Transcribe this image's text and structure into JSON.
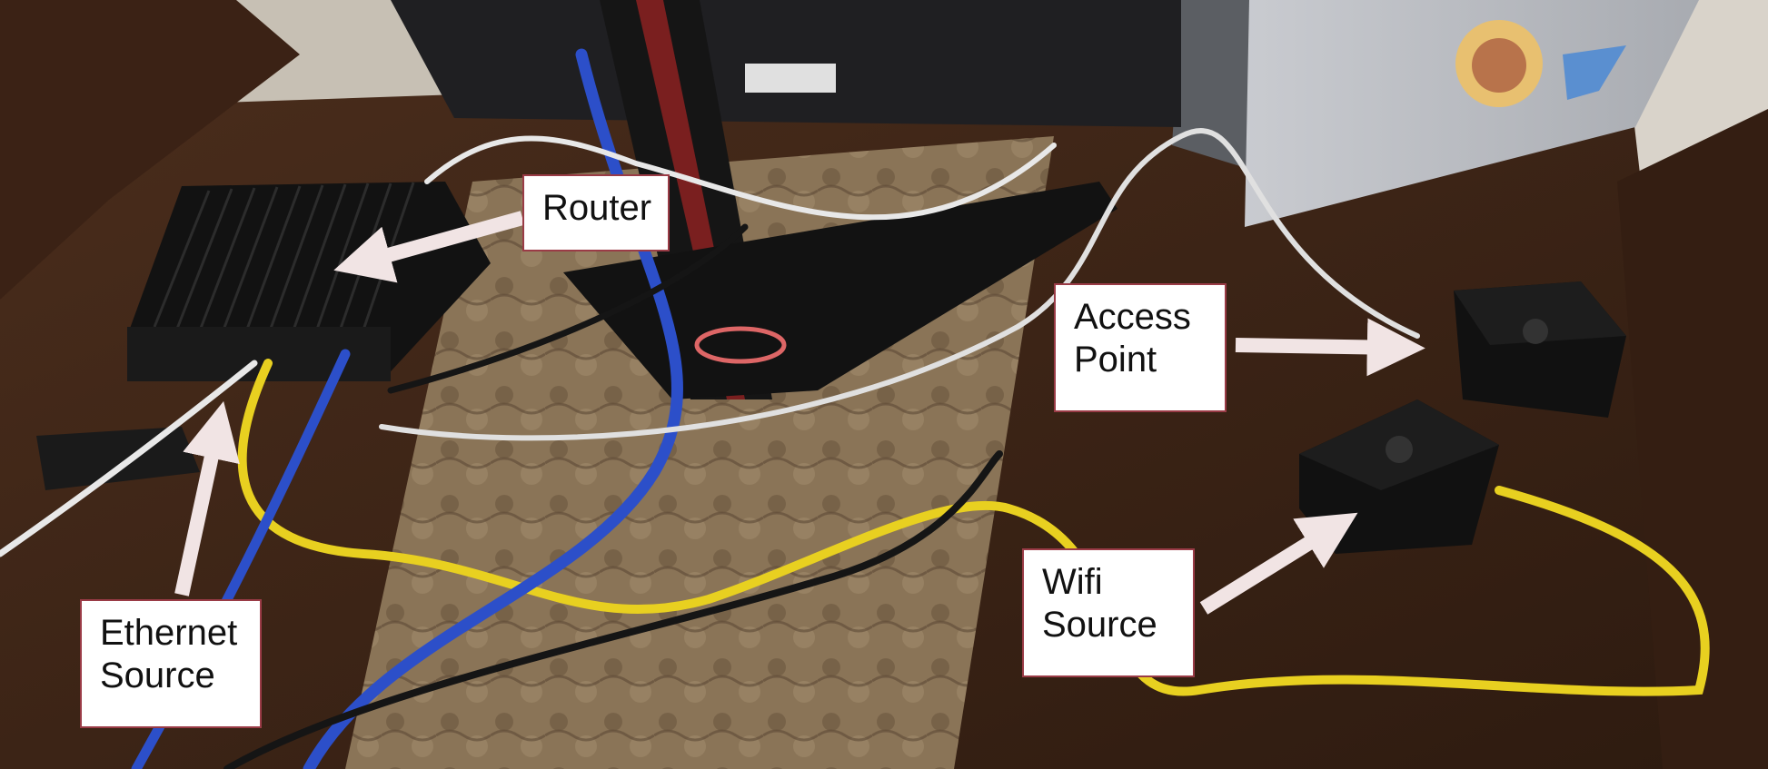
{
  "labels": {
    "router": "Router",
    "access_point": [
      "Access",
      "Point"
    ],
    "ethernet_source": [
      "Ethernet",
      "Source"
    ],
    "wifi_source": [
      "Wifi",
      "Source"
    ]
  },
  "objects": {
    "router_device": "mini-pc-router",
    "access_point_device": "raspberry-pi-case",
    "wifi_source_device": "raspberry-pi-case",
    "laptop": "laptop",
    "monitor": "monitor-stand",
    "power_adapter": "power-brick"
  },
  "colors": {
    "label_border": "#9a3b46",
    "arrow": "#f1e4e4",
    "cable_yellow": "#e8d020",
    "cable_blue": "#2c4fc9",
    "cable_white": "#e8e8e8",
    "cable_black": "#151515",
    "table": "#3c2416",
    "runner": "#8a7255"
  }
}
